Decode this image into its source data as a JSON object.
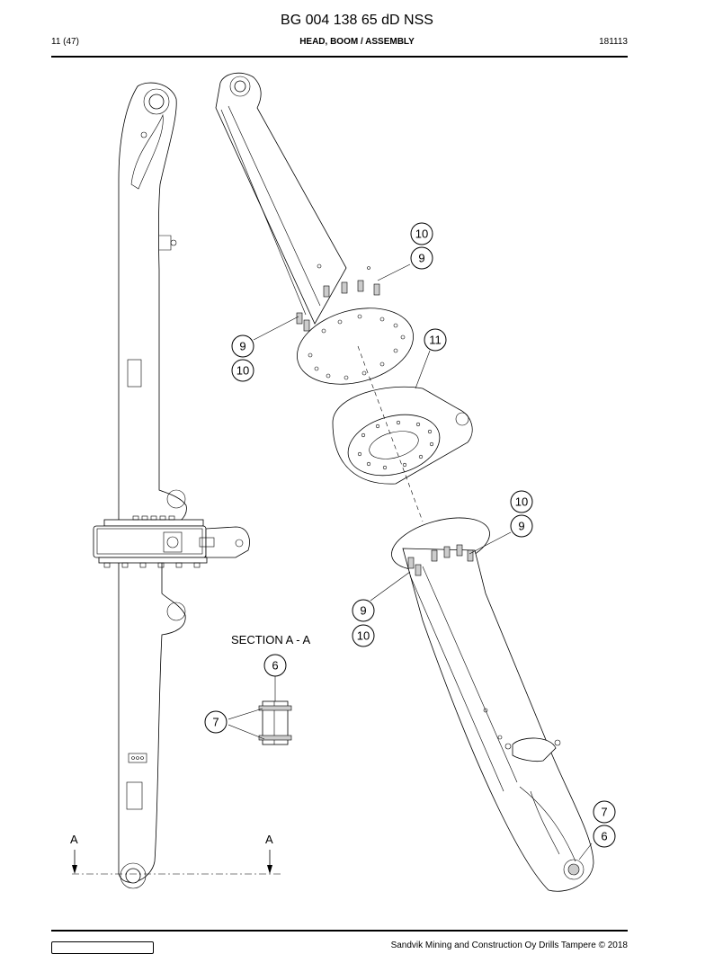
{
  "header": {
    "doc_title": "BG 004 138 65 dD NSS",
    "page_number": "11 (47)",
    "section_title": "HEAD, BOOM / ASSEMBLY",
    "date_code": "181113"
  },
  "drawing": {
    "section_label": "SECTION A - A",
    "cut_marker_left": "A",
    "cut_marker_right": "A",
    "callouts": {
      "b10_upper": "10",
      "b9_upper": "9",
      "b11": "11",
      "b9_left_upper": "9",
      "b10_left_upper": "10",
      "b10_right_lower": "10",
      "b9_right_lower": "9",
      "b9_left_lower": "9",
      "b10_left_lower": "10",
      "b6_section": "6",
      "b7_section": "7",
      "b7_end": "7",
      "b6_end": "6"
    }
  },
  "footer": {
    "copyright": "Sandvik Mining and Construction Oy Drills Tampere © 2018"
  }
}
